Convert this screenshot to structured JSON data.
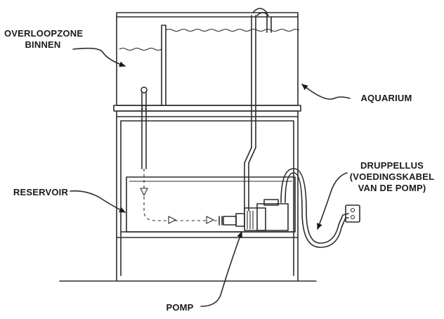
{
  "labels": {
    "overflow_zone": "OVERLOOPZONE\nBINNEN",
    "aquarium": "AQUARIUM",
    "reservoir": "RESERVOIR",
    "drip_loop": "DRUPPELLUS\n(VOEDINGSKABEL\nVAN DE POMP)",
    "pump": "POMP"
  }
}
